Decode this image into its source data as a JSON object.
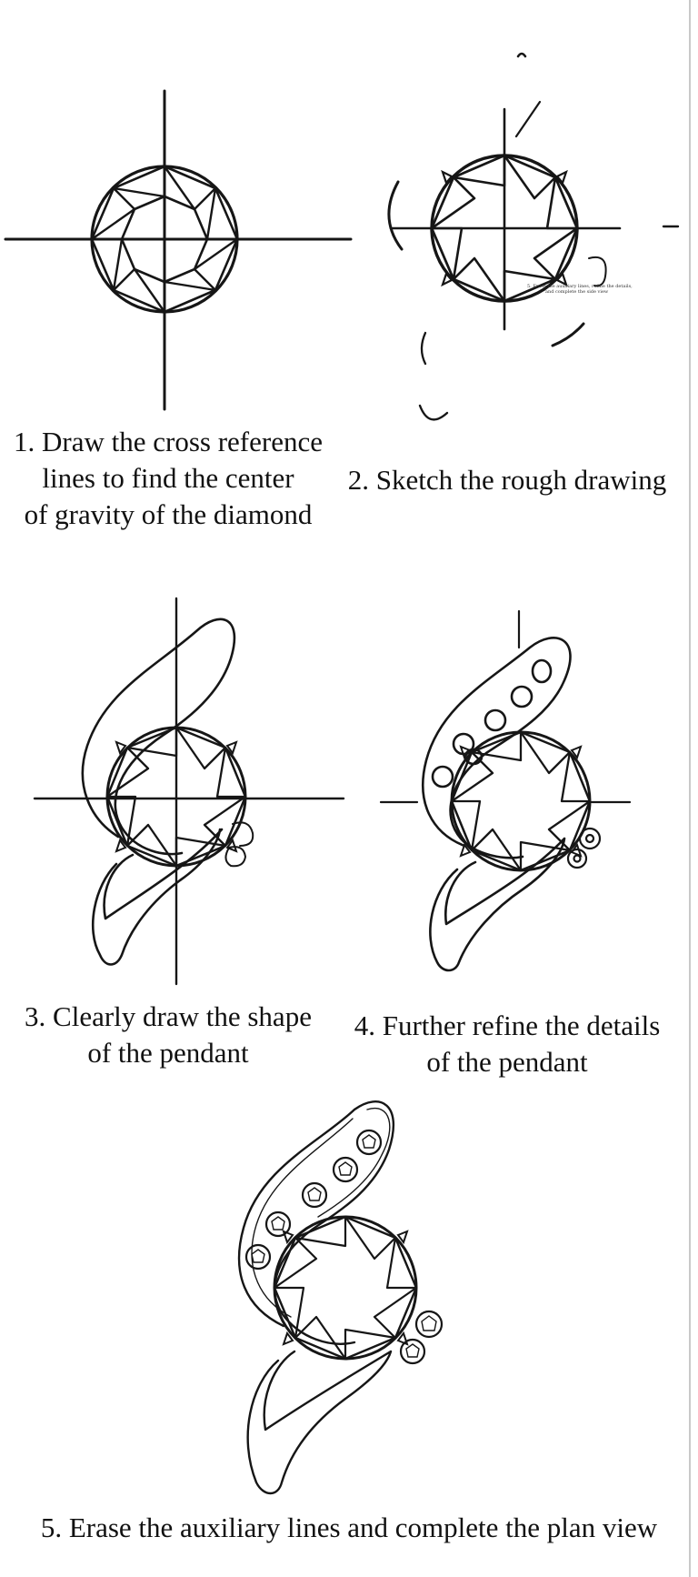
{
  "steps": [
    {
      "id": 1,
      "caption": [
        "1. Draw the cross reference",
        "lines to find the center",
        "of gravity of the diamond"
      ]
    },
    {
      "id": 2,
      "caption": [
        "2. Sketch the rough drawing"
      ]
    },
    {
      "id": 3,
      "caption": [
        "3. Clearly draw the shape",
        "of the pendant"
      ]
    },
    {
      "id": 4,
      "caption": [
        "4. Further refine the details",
        "of the pendant"
      ]
    },
    {
      "id": 5,
      "caption": [
        "5. Erase the auxiliary lines and complete the plan view"
      ]
    }
  ],
  "stray_note": [
    "5. Erase the auxiliary lines, refine the details,",
    "and complete the side view"
  ]
}
